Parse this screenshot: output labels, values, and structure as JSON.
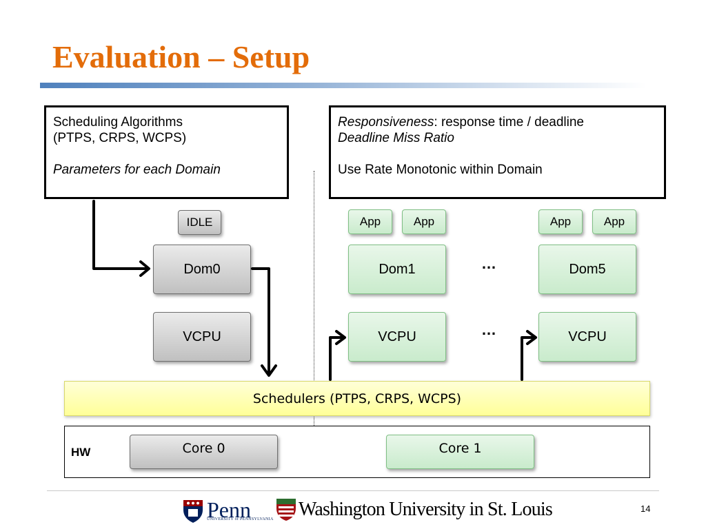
{
  "slide": {
    "title": "Evaluation – Setup",
    "page_number": "14"
  },
  "left_note": {
    "line1": "Scheduling Algorithms",
    "line2": "(PTPS, CRPS, WCPS)",
    "line3": "Parameters for each Domain"
  },
  "right_note": {
    "line1_italic": "Responsiveness",
    "line1_rest": ": response time / deadline",
    "line2": "Deadline Miss Ratio",
    "line3": "Use Rate Monotonic within Domain"
  },
  "diagram": {
    "idle": "IDLE",
    "app1": "App",
    "app2": "App",
    "app3": "App",
    "app4": "App",
    "dom0": "Dom0",
    "dom1": "Dom1",
    "dom5": "Dom5",
    "vcpu0": "VCPU",
    "vcpu1": "VCPU",
    "vcpu5": "VCPU",
    "dots_dom": "…",
    "dots_vcpu": "…",
    "schedulers": "Schedulers (PTPS, CRPS, WCPS)",
    "hw_label": "HW",
    "core0": "Core 0",
    "core1": "Core 1"
  },
  "footer": {
    "penn": "Penn",
    "penn_sub": "UNIVERSITY of PENNSYLVANIA",
    "wustl": "Washington University in St. Louis"
  },
  "colors": {
    "title": "#e36c09",
    "gray_box": "#d4d4d4",
    "green_box": "#d8f1da",
    "scheduler_bar": "#ffffb0"
  }
}
